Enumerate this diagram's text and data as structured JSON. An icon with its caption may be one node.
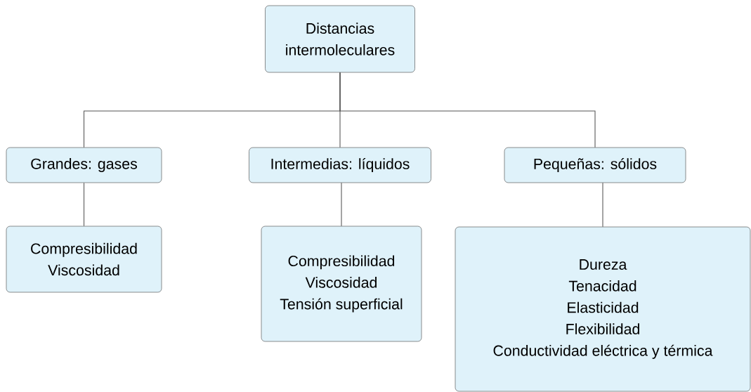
{
  "diagram": {
    "nodes": [
      {
        "text": [
          "Distancias intermoleculares"
        ]
      },
      {
        "text": [
          "Grandes: gases"
        ]
      },
      {
        "text": [
          "Intermedias: líquidos"
        ]
      },
      {
        "text": [
          "Pequeñas: sólidos"
        ]
      },
      {
        "text": [
          "Compresibilidad",
          "Viscosidad"
        ]
      },
      {
        "text": [
          "Compresibilidad",
          "Viscosidad",
          "Tensión superficial"
        ]
      },
      {
        "text": [
          "Dureza",
          "Tenacidad",
          "Elasticidad",
          "Flexibilidad",
          "Conductividad eléctrica y térmica"
        ]
      }
    ],
    "edges": [
      {
        "from": 0,
        "to": 1,
        "arrow": "none"
      },
      {
        "from": 0,
        "to": 2,
        "arrow": "none"
      },
      {
        "from": 0,
        "to": 3,
        "arrow": "none"
      },
      {
        "from": 1,
        "to": 4,
        "arrow": "none"
      },
      {
        "from": 2,
        "to": 5,
        "arrow": "none"
      },
      {
        "from": 3,
        "to": 6,
        "arrow": "none"
      }
    ]
  }
}
